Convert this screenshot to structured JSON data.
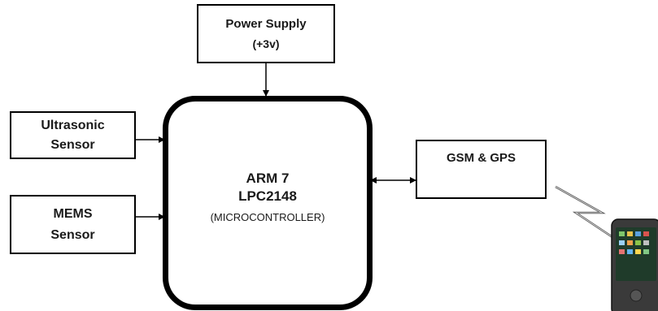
{
  "diagram": {
    "power_supply": {
      "line1": "Power Supply",
      "line2": "(+3v)"
    },
    "ultrasonic": {
      "line1": "Ultrasonic",
      "line2": "Sensor"
    },
    "mems": {
      "line1": "MEMS",
      "line2": "Sensor"
    },
    "microcontroller": {
      "line1": "ARM 7",
      "line2": "LPC2148",
      "line3": "(MICROCONTROLLER)"
    },
    "gsm_gps": {
      "label": "GSM & GPS"
    },
    "phone_icon": "smartphone-icon",
    "wireless_icon": "lightning-signal-icon",
    "colors": {
      "stroke": "#000000",
      "text": "#1a1a1a",
      "phone_body": "#3a3a3a",
      "phone_screen": "#1f3b2a"
    }
  }
}
